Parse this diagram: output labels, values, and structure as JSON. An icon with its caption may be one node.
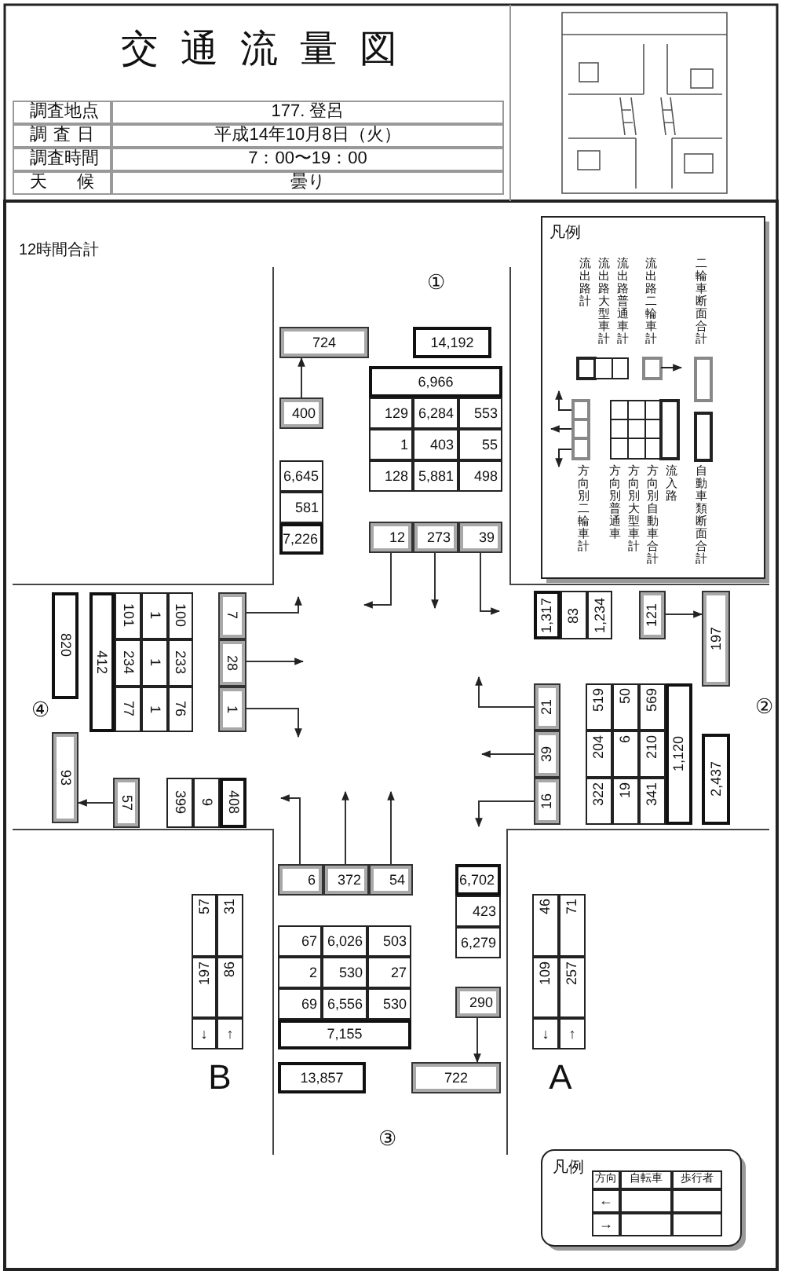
{
  "diagram": {
    "title": "交通流量図",
    "nodes": [
      {
        "text": [
          "724"
        ]
      },
      {
        "text": [
          "14,192"
        ]
      },
      {
        "text": [
          "400"
        ]
      },
      {
        "text": [
          "12"
        ]
      },
      {
        "text": [
          "273"
        ]
      },
      {
        "text": [
          "39"
        ]
      },
      {
        "text": [
          "820"
        ]
      },
      {
        "text": [
          "7"
        ]
      },
      {
        "text": [
          "28"
        ]
      },
      {
        "text": [
          "1"
        ]
      },
      {
        "text": [
          "93"
        ]
      },
      {
        "text": [
          "57"
        ]
      },
      {
        "text": [
          "121"
        ]
      },
      {
        "text": [
          "197"
        ]
      },
      {
        "text": [
          "21"
        ]
      },
      {
        "text": [
          "39"
        ]
      },
      {
        "text": [
          "16"
        ]
      },
      {
        "text": [
          "2,437"
        ]
      },
      {
        "text": [
          "6"
        ]
      },
      {
        "text": [
          "372"
        ]
      },
      {
        "text": [
          "54"
        ]
      },
      {
        "text": [
          "290"
        ]
      },
      {
        "text": [
          "13,857"
        ]
      },
      {
        "text": [
          "722"
        ]
      }
    ],
    "edges": [
      {
        "from": 2,
        "to": 0,
        "arrow": "to"
      },
      {
        "from": 3,
        "to": null,
        "arrow": "to"
      },
      {
        "from": 4,
        "to": null,
        "arrow": "to"
      },
      {
        "from": 5,
        "to": null,
        "arrow": "to"
      },
      {
        "from": 7,
        "to": null,
        "arrow": "to"
      },
      {
        "from": 8,
        "to": null,
        "arrow": "to"
      },
      {
        "from": 9,
        "to": null,
        "arrow": "to"
      },
      {
        "from": 11,
        "to": 10,
        "arrow": "to"
      },
      {
        "from": 12,
        "to": 13,
        "arrow": "to"
      },
      {
        "from": 14,
        "to": null,
        "arrow": "to"
      },
      {
        "from": 15,
        "to": null,
        "arrow": "to"
      },
      {
        "from": 16,
        "to": null,
        "arrow": "to"
      },
      {
        "from": 18,
        "to": null,
        "arrow": "to"
      },
      {
        "from": 19,
        "to": null,
        "arrow": "to"
      },
      {
        "from": 20,
        "to": null,
        "arrow": "to"
      },
      {
        "from": 21,
        "to": 23,
        "arrow": "to"
      }
    ],
    "labels": [
      "調査地点",
      "177. 登呂",
      "調査日",
      "平成14年10月8日（火）",
      "調査時間",
      "7：00〜19：00",
      "天候",
      "曇り",
      "12時間合計",
      "凡例",
      "流出路計",
      "流出路大型車計",
      "流出路普通車計",
      "流出路二輪車計",
      "二輪車断面合計",
      "方向別二輪車計",
      "方向別普通車",
      "方向別大型車計",
      "方向別自動車合計",
      "流入路",
      "自動車類断面合計",
      "①",
      "6,966",
      "129",
      "6,284",
      "553",
      "1",
      "403",
      "55",
      "6,645",
      "128",
      "5,881",
      "498",
      "581",
      "7,226",
      "④",
      "412",
      "101",
      "1",
      "100",
      "234",
      "1",
      "233",
      "77",
      "1",
      "76",
      "399",
      "9",
      "408",
      "1,317",
      "83",
      "1,234",
      "519",
      "50",
      "569",
      "204",
      "6",
      "210",
      "322",
      "19",
      "341",
      "1,120",
      "②",
      "6,702",
      "423",
      "67",
      "6,026",
      "503",
      "6,279",
      "2",
      "530",
      "27",
      "69",
      "6,556",
      "530",
      "7,155",
      "57",
      "31",
      "197",
      "86",
      "↓",
      "↑",
      "B",
      "46",
      "71",
      "109",
      "257",
      "↓",
      "↑",
      "A",
      "③",
      "凡例",
      "方向",
      "自転車",
      "歩行者",
      "←",
      "→"
    ]
  }
}
